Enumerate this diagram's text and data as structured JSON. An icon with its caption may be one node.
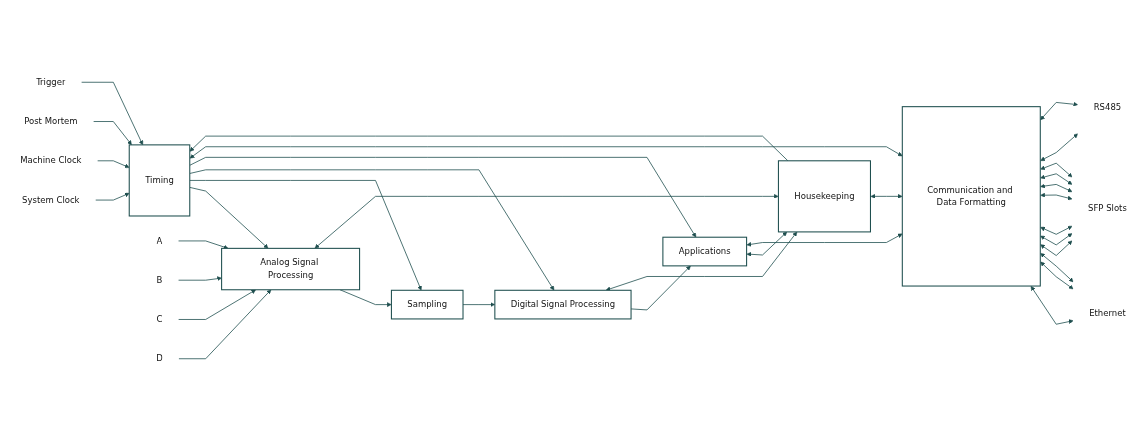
{
  "diagram": {
    "nodes": [
      {
        "text": [
          "Timing"
        ]
      },
      {
        "text": [
          "Communication and Data Formatting"
        ]
      },
      {
        "text": [
          "Analog Signal Processing"
        ]
      },
      {
        "text": [
          "Sampling"
        ]
      },
      {
        "text": [
          "Digital Signal Processing"
        ]
      },
      {
        "text": [
          "Applications"
        ]
      },
      {
        "text": [
          "Housekeeping"
        ]
      },
      {
        "text": [
          "System Clock"
        ]
      },
      {
        "text": [
          "Machine Clock"
        ]
      },
      {
        "text": [
          "Post Mortem"
        ]
      },
      {
        "text": [
          "Trigger"
        ]
      },
      {
        "text": [
          "A"
        ]
      },
      {
        "text": [
          "B"
        ]
      },
      {
        "text": [
          "C"
        ]
      },
      {
        "text": [
          "D"
        ]
      },
      {
        "text": [
          "Ethernet"
        ]
      },
      {
        "text": [
          "SFP Slots"
        ]
      },
      {
        "text": [
          "RS485"
        ]
      }
    ],
    "edges": [
      {
        "from": 7,
        "to": 0,
        "arrow": "to"
      },
      {
        "from": 8,
        "to": 0,
        "arrow": "to"
      },
      {
        "from": 9,
        "to": 0,
        "arrow": "to"
      },
      {
        "from": 10,
        "to": 0,
        "arrow": "to"
      },
      {
        "from": 11,
        "to": 2,
        "arrow": "to"
      },
      {
        "from": 12,
        "to": 2,
        "arrow": "to"
      },
      {
        "from": 13,
        "to": 2,
        "arrow": "to"
      },
      {
        "from": 14,
        "to": 2,
        "arrow": "to"
      },
      {
        "from": 0,
        "to": 2,
        "arrow": "to"
      },
      {
        "from": 0,
        "to": 3,
        "arrow": "to"
      },
      {
        "from": 0,
        "to": 4,
        "arrow": "to"
      },
      {
        "from": 0,
        "to": 5,
        "arrow": "to"
      },
      {
        "from": 6,
        "to": 0,
        "arrow": "to"
      },
      {
        "from": 2,
        "to": 3,
        "arrow": "to"
      },
      {
        "from": 3,
        "to": 4,
        "arrow": "to"
      },
      {
        "from": 4,
        "to": 5,
        "arrow": "to"
      },
      {
        "from": 2,
        "to": 6,
        "arrow": "both"
      },
      {
        "from": 4,
        "to": 6,
        "arrow": "both"
      },
      {
        "from": 5,
        "to": 6,
        "arrow": "both"
      },
      {
        "from": 0,
        "to": 1,
        "arrow": "both"
      },
      {
        "from": 5,
        "to": 1,
        "arrow": "both"
      },
      {
        "from": 6,
        "to": 1,
        "arrow": "both"
      },
      {
        "from": 1,
        "to": 15,
        "arrow": "both"
      },
      {
        "from": 1,
        "to": 15,
        "arrow": "both"
      },
      {
        "from": 1,
        "to": 15,
        "arrow": "both"
      },
      {
        "from": 1,
        "to": 16,
        "arrow": "both"
      },
      {
        "from": 1,
        "to": 16,
        "arrow": "both"
      },
      {
        "from": 1,
        "to": 16,
        "arrow": "both"
      },
      {
        "from": 1,
        "to": 16,
        "arrow": "both"
      },
      {
        "from": 1,
        "to": 16,
        "arrow": "both"
      },
      {
        "from": 1,
        "to": 16,
        "arrow": "both"
      },
      {
        "from": 1,
        "to": 16,
        "arrow": "both"
      },
      {
        "from": 1,
        "to": 17,
        "arrow": "both"
      },
      {
        "from": 1,
        "to": 17,
        "arrow": "both"
      }
    ]
  }
}
